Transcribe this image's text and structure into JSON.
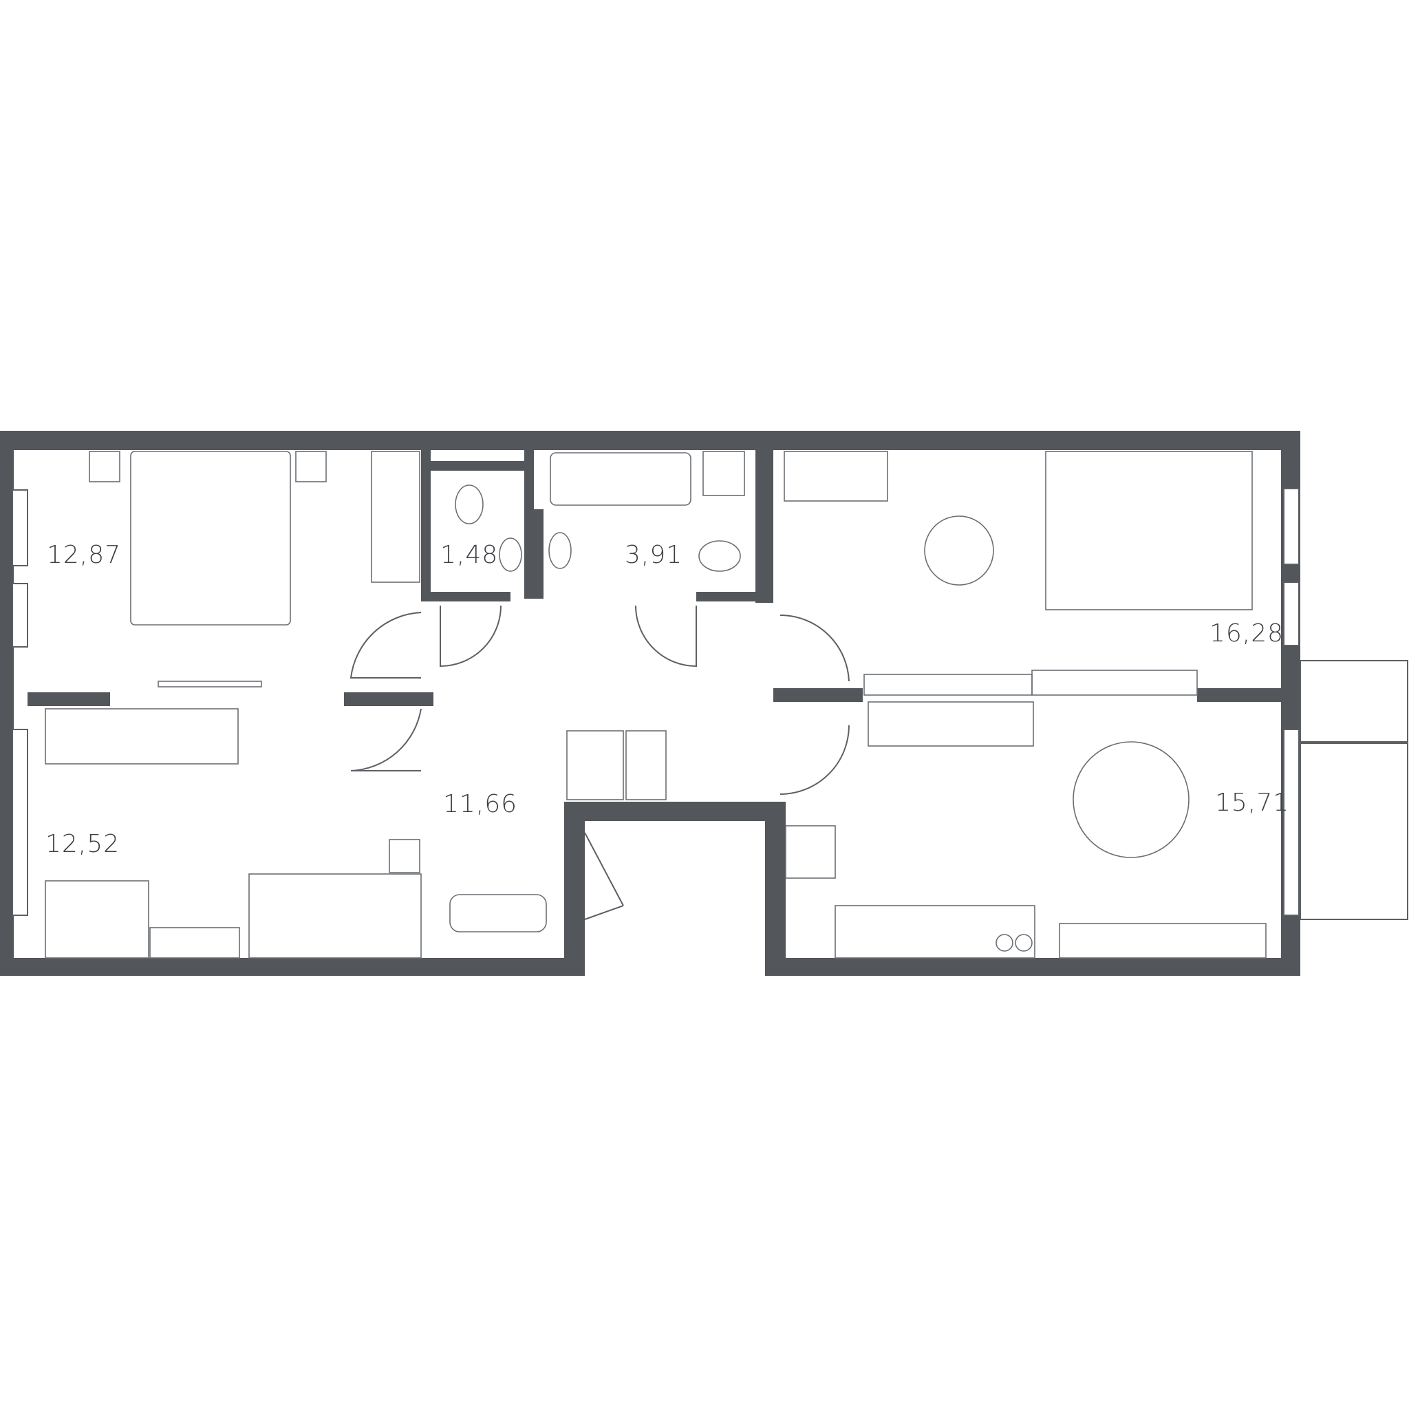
{
  "colors": {
    "wall": "#53565b",
    "line": "#5c5f64",
    "background": "#ffffff",
    "label": "#3d4045"
  },
  "rooms": [
    {
      "id": "bedroom-1",
      "area": "12,87"
    },
    {
      "id": "bedroom-2",
      "area": "12,52"
    },
    {
      "id": "toilet",
      "area": "1,48"
    },
    {
      "id": "bathroom",
      "area": "3,91"
    },
    {
      "id": "hallway",
      "area": "11,66"
    },
    {
      "id": "living-room",
      "area": "16,28"
    },
    {
      "id": "kitchen-dining",
      "area": "15,71"
    }
  ]
}
